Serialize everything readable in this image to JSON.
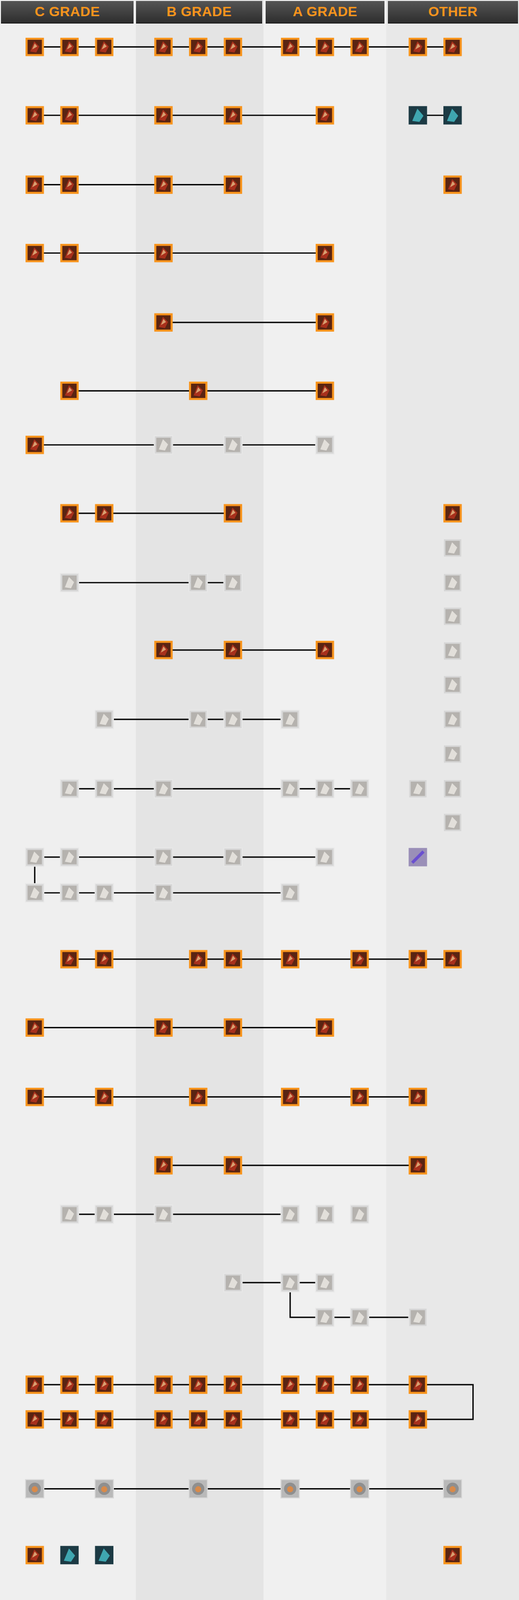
{
  "diagram": {
    "nodes": [
      {
        "text": [
          "C GRADE"
        ]
      },
      {
        "text": [
          "B GRADE"
        ]
      },
      {
        "text": [
          "A GRADE"
        ]
      },
      {
        "text": [
          "OTHER"
        ]
      }
    ]
  }
}
